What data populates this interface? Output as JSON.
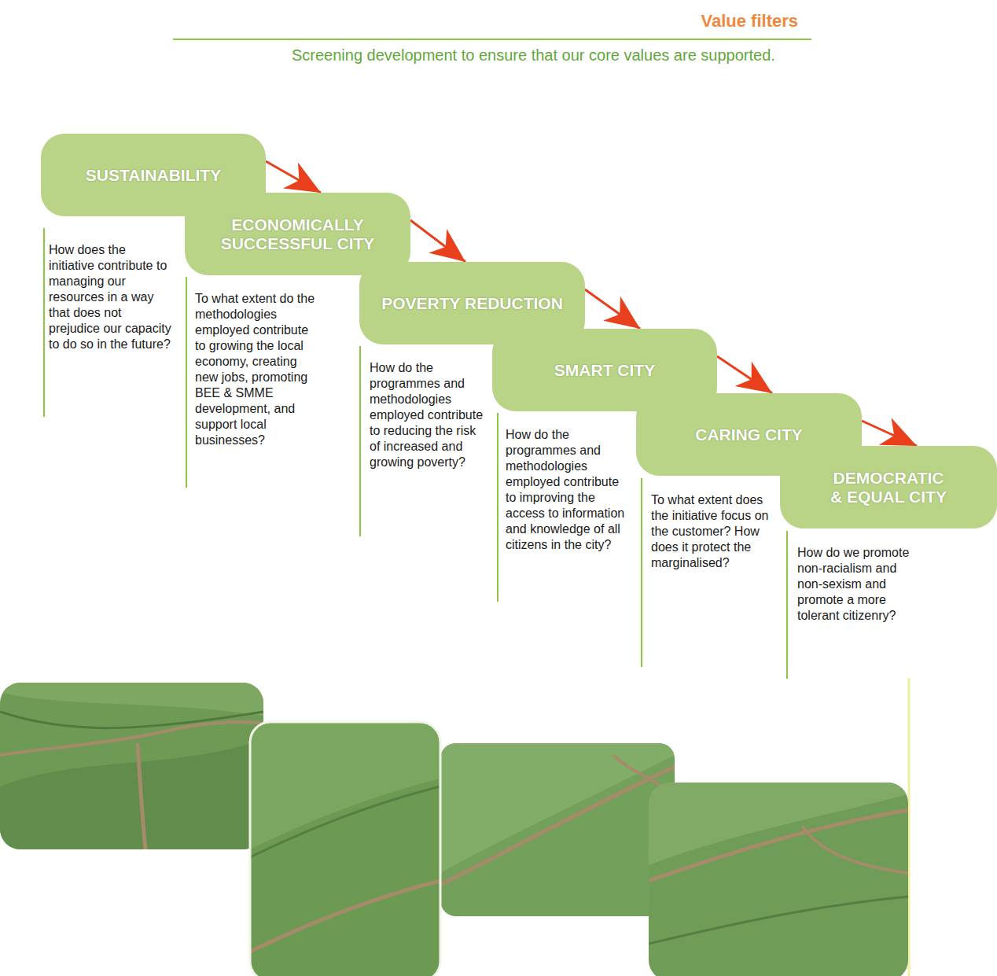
{
  "diagram": {
    "title": "Value filters",
    "nodes": [
      {
        "text": [
          "SUSTAINABILITY",
          "How does the initiative contribute to managing our resources in a way that does not prejudice our capacity to do so in the future?"
        ]
      },
      {
        "text": [
          "ECONOMICALLY SUCCESSFUL CITY",
          "To what extent do the methodologies employed contribute to growing the local economy, creating new jobs, promoting BEE & SMME development, and support local businesses?"
        ]
      },
      {
        "text": [
          "POVERTY REDUCTION",
          "How do the programmes and methodologies employed contribute to reducing the risk of increased and growing poverty?"
        ]
      },
      {
        "text": [
          "SMART CITY",
          "How do the programmes and methodologies employed contribute to improving the access to information and knowledge of all citizens in the city?"
        ]
      },
      {
        "text": [
          "CARING CITY",
          "To what extent does the initiative focus on the customer? How does it protect the marginalised?"
        ]
      },
      {
        "text": [
          "DEMOCRATIC & EQUAL CITY",
          "How do we promote non-racialism and non-sexism and promote a more tolerant citizenry?"
        ]
      }
    ],
    "edges": [
      {
        "from": 0,
        "to": 1,
        "arrow": "to"
      },
      {
        "from": 1,
        "to": 2,
        "arrow": "to"
      },
      {
        "from": 2,
        "to": 3,
        "arrow": "to"
      },
      {
        "from": 3,
        "to": 4,
        "arrow": "to"
      },
      {
        "from": 4,
        "to": 5,
        "arrow": "to"
      }
    ],
    "labels": [
      "Screening development to ensure that our core values are supported."
    ]
  }
}
